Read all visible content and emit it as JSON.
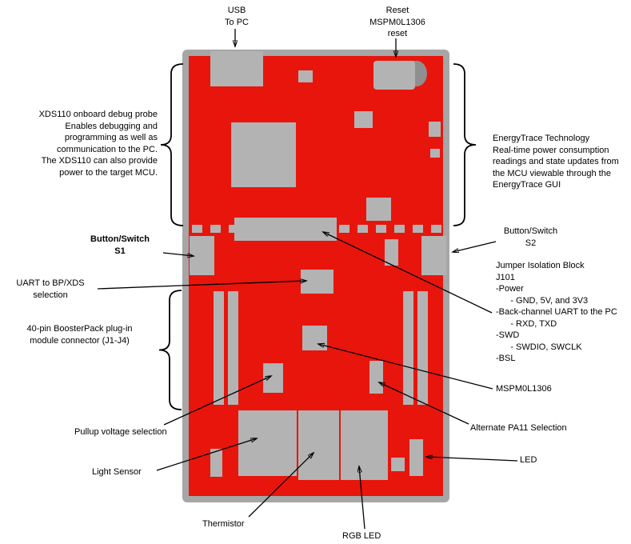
{
  "callouts": {
    "usb": {
      "label": "USB\nTo PC"
    },
    "reset": {
      "label": "Reset\nMSPM0L1306\nreset"
    },
    "xds110": {
      "label": "XDS110 onboard debug probe\nEnables debugging and\nprogramming as well as\ncommunication to the PC.\nThe XDS110 can also provide\npower to the target MCU."
    },
    "energytrace": {
      "label": "EnergyTrace Technology\nReal-time power consumption\nreadings and state updates from\nthe MCU viewable through the\nEnergyTrace GUI"
    },
    "switch_s1": {
      "label": "Button/Switch\nS1"
    },
    "switch_s2": {
      "label": "Button/Switch\nS2"
    },
    "uart_selection": {
      "label": "UART to BP/XDS\nselection"
    },
    "jumper_block": {
      "label": "Jumper Isolation Block\nJ101\n-Power\n      - GND, 5V, and 3V3\n-Back-channel UART to the PC\n      - RXD, TXD\n-SWD\n      - SWDIO, SWCLK\n-BSL"
    },
    "boosterpack": {
      "label": "40-pin BoosterPack plug-in\nmodule connector (J1-J4)"
    },
    "pullup": {
      "label": "Pullup voltage selection"
    },
    "light_sensor": {
      "label": "Light Sensor"
    },
    "thermistor": {
      "label": "Thermistor"
    },
    "rgb_led": {
      "label": "RGB LED"
    },
    "mcu": {
      "label": "MSPM0L1306"
    },
    "alt_pa11": {
      "label": "Alternate PA11 Selection"
    },
    "led": {
      "label": "LED"
    }
  },
  "colors": {
    "board_red": "#e8150c",
    "board_border": "#a6a6a6",
    "component_gray": "#b3b3b3",
    "component_dark": "#8f8f8f",
    "text_black": "#000000"
  }
}
